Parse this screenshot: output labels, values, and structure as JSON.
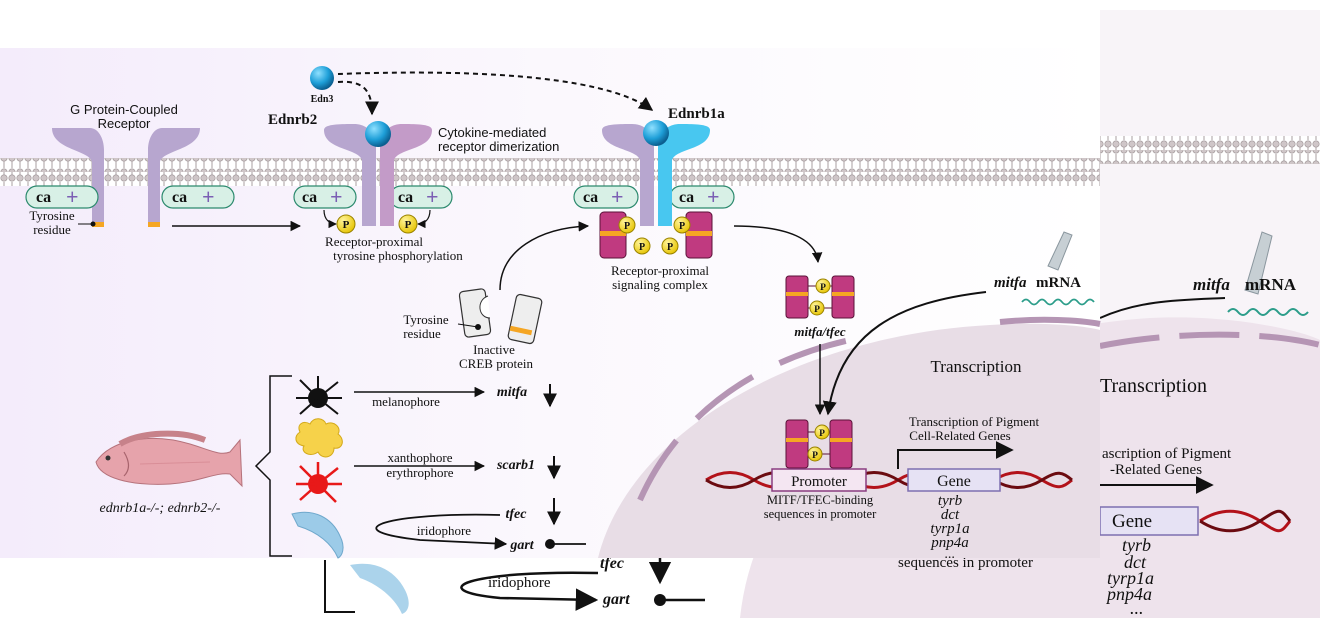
{
  "labels": {
    "gpcr": [
      "G Protein-Coupled",
      "Receptor"
    ],
    "edn3": "Edn3",
    "ednrb2": "Ednrb2",
    "ednrb1a": "Ednrb1a",
    "cytokine": [
      "Cytokine-mediated",
      "receptor dimerization"
    ],
    "ca": "ca",
    "plus": "+",
    "p": "P",
    "tyrosine_residue": [
      "Tyrosine",
      "residue"
    ],
    "rp_phos": [
      "Receptor-proximal",
      "tyrosine phosphorylation"
    ],
    "rp_complex": [
      "Receptor-proximal",
      "signaling complex"
    ],
    "creb": [
      "Inactive",
      "CREB protein"
    ],
    "mitfa_tfec": "mitfa/tfec",
    "mitfa_italic": "mitfa",
    "mrna": " mRNA",
    "transcription": "Transcription",
    "transcription_pigment": [
      "Transcription of Pigment",
      "Cell-Related Genes"
    ],
    "promoter": "Promoter",
    "gene": "Gene",
    "binding": [
      "MITF/TFEC-binding",
      "sequences in promoter"
    ],
    "gene_list": [
      "tyrb",
      "dct",
      "tyrp1a",
      "pnp4a",
      "..."
    ],
    "melanophore": "melanophore",
    "xantho": [
      "xanthophore",
      "erythrophore"
    ],
    "iridophore": "iridophore",
    "genes_left": {
      "mitfa": "mitfa",
      "scarb1": "scarb1",
      "tfec": "tfec",
      "gart": "gart"
    },
    "mutant": "ednrb1a-/-; ednrb2-/-",
    "bg_ghost": {
      "mrna_gene": "mitfa",
      "mrna": " mRNA",
      "transcription": "Transcription",
      "pigment": [
        "ascription of Pigment",
        "-Related Genes"
      ],
      "gene": "Gene",
      "genes": [
        "tyrb",
        "dct",
        "tyrp1a",
        "pnp4a",
        "..."
      ],
      "sequences": "sequences in promoter",
      "tfec": "tfec",
      "gart": "gart",
      "iridophore": "iridophore"
    }
  },
  "colors": {
    "receptor_left": "#b7a6cf",
    "receptor_right": "#c39bc8",
    "ednrb1a_right": "#48c7f0",
    "ligand": "#1e9fd8",
    "membrane": "#d8d0d2",
    "nucleus": "#e8dde6",
    "nucleus_edge": "#b595b4",
    "kinase": "#c03a80",
    "phospho": "#f0d20a",
    "dna_red": "#b3121a",
    "ca_fill": "#d8f0e6",
    "ca_plus": "#7b5fb4",
    "xantho": "#f6d24a",
    "erythro": "#e81919",
    "irido": "#9ccbe8",
    "melano": "#111111",
    "mrna_wave": "#2c9d8a"
  }
}
